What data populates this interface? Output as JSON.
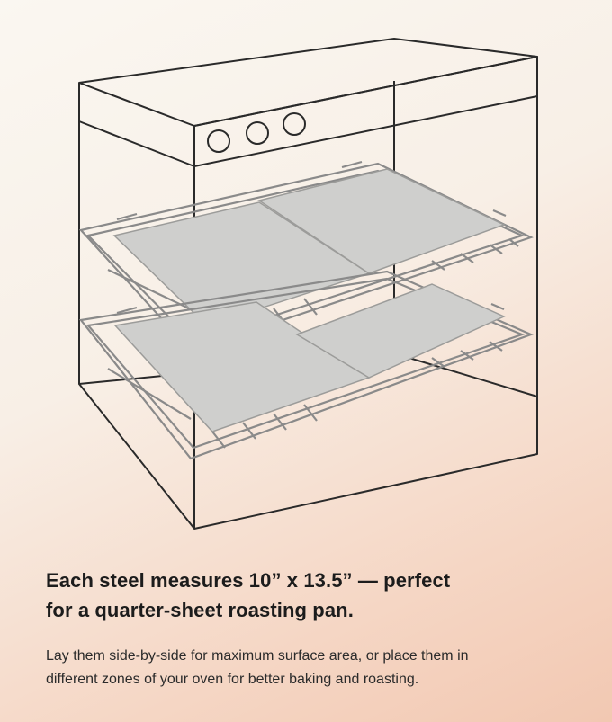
{
  "illustration": {
    "subject": "oven-with-two-racks-holding-four-baking-steels",
    "colors": {
      "outline": "#2a2a2a",
      "steel_fill": "#cfcfcd",
      "steel_edge": "#9c9c9a",
      "rack_wire": "#8a8a8a"
    }
  },
  "content": {
    "headline_line1": "Each steel measures 10” x 13.5” — perfect",
    "headline_line2": "for a quarter-sheet roasting pan.",
    "body_line1": "Lay them side-by-side for maximum surface area, or place them in",
    "body_line2": "different zones of your oven for better baking and roasting."
  }
}
